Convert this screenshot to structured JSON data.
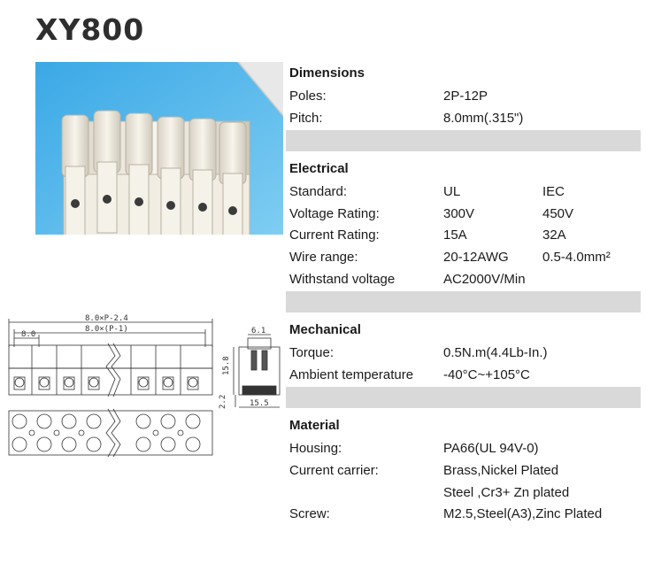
{
  "title": "XY800",
  "sections": [
    {
      "title": "Dimensions",
      "rows": [
        {
          "label": "Poles:",
          "v1": "2P-12P",
          "v2": ""
        },
        {
          "label": "Pitch:",
          "v1": "8.0mm(.315\")",
          "v2": ""
        }
      ]
    },
    {
      "title": "Electrical",
      "rows": [
        {
          "label": "Standard:",
          "v1": "UL",
          "v2": "IEC"
        },
        {
          "label": "Voltage Rating:",
          "v1": "300V",
          "v2": "450V"
        },
        {
          "label": "Current Rating:",
          "v1": "15A",
          "v2": "32A"
        },
        {
          "label": "Wire range:",
          "v1": "20-12AWG",
          "v2": "0.5-4.0mm²"
        },
        {
          "label": "Withstand voltage",
          "v1": "AC2000V/Min",
          "v2": ""
        }
      ]
    },
    {
      "title": "Mechanical",
      "rows": [
        {
          "label": "Torque:",
          "v1": "0.5N.m(4.4Lb-In.)",
          "v2": ""
        },
        {
          "label": "Ambient temperature",
          "v1": "-40°C~+105°C",
          "v2": ""
        }
      ]
    },
    {
      "title": "Material",
      "rows": [
        {
          "label": "Housing:",
          "v1": "PA66(UL 94V-0)",
          "v2": ""
        },
        {
          "label": "Current carrier:",
          "v1": "Brass,Nickel Plated",
          "v2": ""
        },
        {
          "label": "",
          "v1": "Steel ,Cr3+ Zn plated",
          "v2": ""
        },
        {
          "label": "Screw:",
          "v1": "M2.5,Steel(A3),Zinc Plated",
          "v2": ""
        }
      ]
    }
  ],
  "drawing": {
    "dim_overall": "8.0×P-2.4",
    "dim_pitch_total": "8.0×(P-1)",
    "dim_pitch": "8.0",
    "dim_top": "6.1",
    "dim_height": "15.8",
    "dim_base": "2.2",
    "dim_width": "15.5"
  },
  "colors": {
    "photo_bg": "#4fb3e8",
    "bar_gray": "#d9d9d9",
    "part_ivory": "#f3efe4"
  }
}
